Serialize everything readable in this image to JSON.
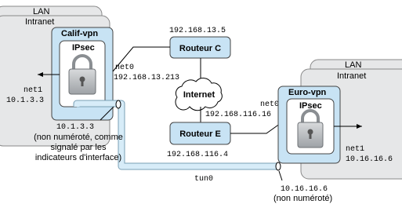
{
  "left_site": {
    "lan_label": "LAN",
    "intranet_label": "Intranet",
    "gateway_label": "Calif-vpn",
    "ipsec_label": "IPsec",
    "net1_name": "net1",
    "net1_addr": "10.1.3.3",
    "net0_name": "net0",
    "net0_addr": "192.168.13.213",
    "tunnel_endpoint_addr": "10.1.3.3",
    "tunnel_endpoint_note": [
      "(non numéroté, comme",
      "signalé par les",
      "indicateurs d'interface)"
    ]
  },
  "right_site": {
    "lan_label": "LAN",
    "intranet_label": "Intranet",
    "gateway_label": "Euro-vpn",
    "ipsec_label": "IPsec",
    "net0_name": "net0",
    "net0_addr": "192.168.116.16",
    "net1_name": "net1",
    "net1_addr": "10.16.16.6",
    "tunnel_endpoint_addr": "10.16.16.6",
    "tunnel_endpoint_note": "(non numéroté)"
  },
  "router_c": {
    "label": "Routeur C",
    "addr": "192.168.13.5"
  },
  "router_e": {
    "label": "Routeur E",
    "addr": "192.168.116.4"
  },
  "internet_label": "Internet",
  "tunnel_label": "tun0",
  "colors": {
    "lan_box": "#e6e7e8",
    "gateway_box": "#c8e3f4",
    "inner_box": "#ffffff",
    "router_box": "#c8e3f4",
    "line": "#000000",
    "text": "#000000"
  }
}
